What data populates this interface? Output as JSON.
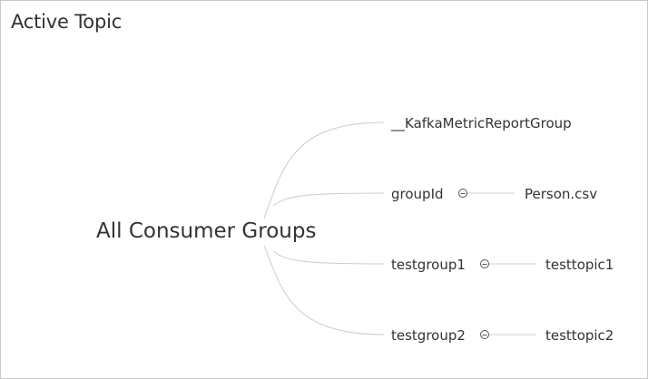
{
  "panel": {
    "title": "Active Topic"
  },
  "tree": {
    "root": {
      "label": "All Consumer Groups"
    },
    "groups": [
      {
        "label": "__KafkaMetricReportGroup",
        "children": []
      },
      {
        "label": "groupId",
        "children": [
          {
            "label": "Person.csv"
          }
        ]
      },
      {
        "label": "testgroup1",
        "children": [
          {
            "label": "testtopic1"
          }
        ]
      },
      {
        "label": "testgroup2",
        "children": [
          {
            "label": "testtopic2"
          }
        ]
      }
    ]
  }
}
